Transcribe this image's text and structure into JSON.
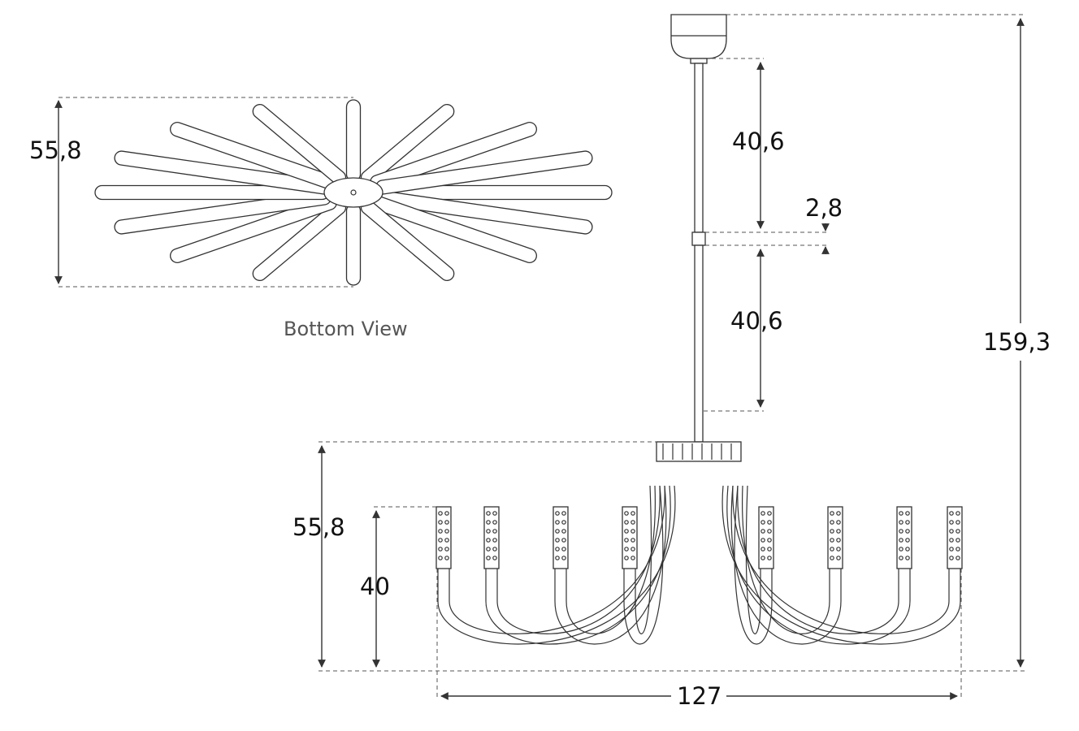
{
  "bottom_view": {
    "caption": "Bottom View",
    "depth_label": "55,8",
    "arm_count": 16
  },
  "side_view": {
    "rod_upper_label": "40,6",
    "coupling_label": "2,8",
    "rod_lower_label": "40,6",
    "total_height_label": "159,3",
    "fixture_height_label": "55,8",
    "arm_height_label": "40",
    "width_label": "127",
    "arm_count": 8
  },
  "colors": {
    "line": "#333333",
    "dimension_line": "#555555",
    "text": "#111111",
    "caption": "#555555"
  }
}
